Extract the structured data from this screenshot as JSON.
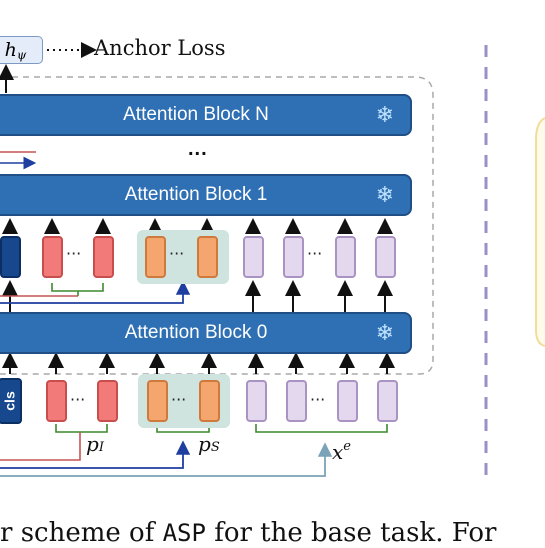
{
  "top": {
    "head_label": "h",
    "head_sub": "ψ",
    "anchor_loss": "Anchor Loss"
  },
  "blocks": {
    "n": "Attention Block N",
    "one": "Attention Block 1",
    "zero": "Attention Block 0",
    "ellipsis": "..."
  },
  "icons": {
    "frozen": "snowflake-icon"
  },
  "tokens": {
    "cls": "cls",
    "ellipsis": "···"
  },
  "labels": {
    "p_i": "p",
    "p_i_sub": "I",
    "p_s": "p",
    "p_s_sub": "S",
    "x_e": "x",
    "x_e_sup": "e"
  },
  "caption": {
    "before": "r scheme of ",
    "mono": "ASP",
    "after": " for the base task. For"
  },
  "colors": {
    "block": "#2f6fb3",
    "red_token": "#f27b7a",
    "orange_token": "#f4a66e",
    "purple_token": "#e4d8ee",
    "cls_token": "#17488e",
    "divider": "#9b8fc7",
    "right_panel_border": "#f1dc9c"
  }
}
